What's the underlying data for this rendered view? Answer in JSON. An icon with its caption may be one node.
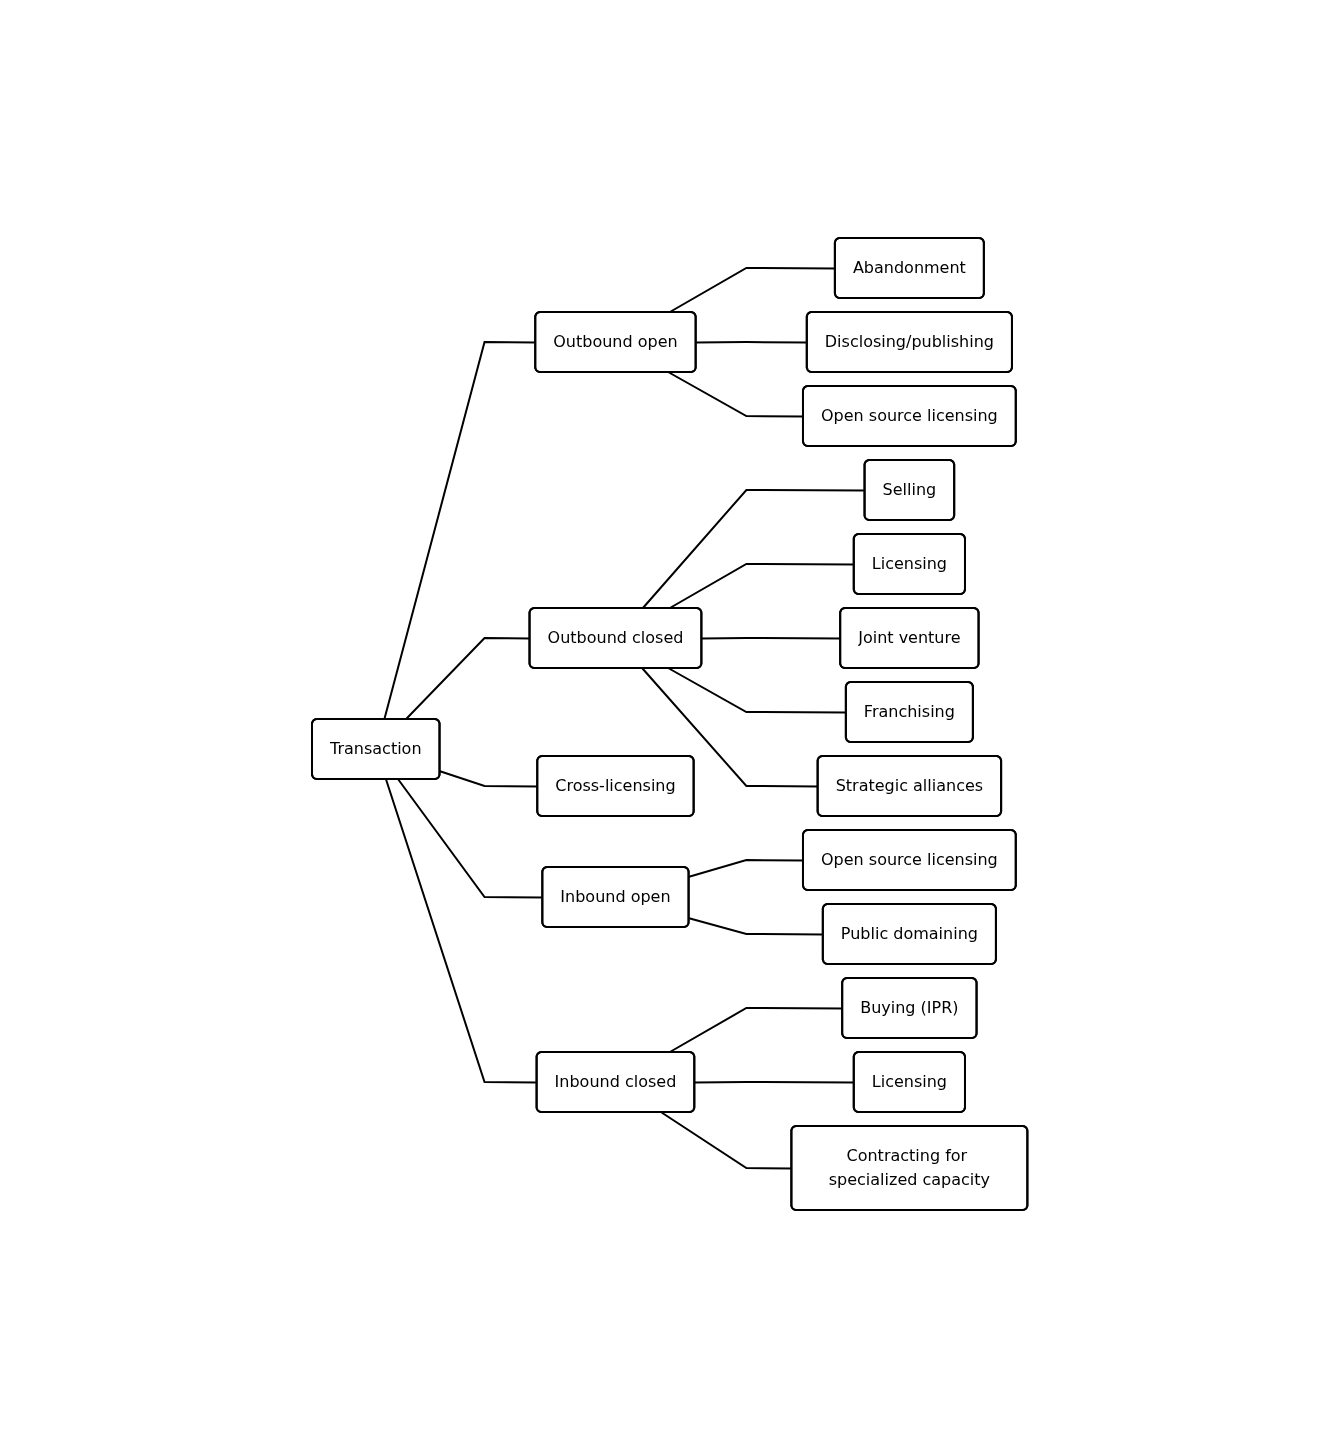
{
  "diagram": {
    "nodes": [
      {
        "text": [
          "Transaction"
        ]
      },
      {
        "text": [
          "Outbound open"
        ]
      },
      {
        "text": [
          "Outbound closed"
        ]
      },
      {
        "text": [
          "Cross-licensing"
        ]
      },
      {
        "text": [
          "Inbound open"
        ]
      },
      {
        "text": [
          "Inbound closed"
        ]
      },
      {
        "text": [
          "Abandonment"
        ]
      },
      {
        "text": [
          "Disclosing/publishing"
        ]
      },
      {
        "text": [
          "Open source licensing"
        ]
      },
      {
        "text": [
          "Selling"
        ]
      },
      {
        "text": [
          "Licensing"
        ]
      },
      {
        "text": [
          "Joint venture"
        ]
      },
      {
        "text": [
          "Franchising"
        ]
      },
      {
        "text": [
          "Strategic alliances"
        ]
      },
      {
        "text": [
          "Open source licensing"
        ]
      },
      {
        "text": [
          "Public domaining"
        ]
      },
      {
        "text": [
          "Buying (IPR)"
        ]
      },
      {
        "text": [
          "Licensing"
        ]
      },
      {
        "text": [
          "Contracting for specialized capacity"
        ]
      }
    ],
    "edges": [
      {
        "from": 0,
        "to": 1,
        "arrow": "none"
      },
      {
        "from": 0,
        "to": 2,
        "arrow": "none"
      },
      {
        "from": 0,
        "to": 3,
        "arrow": "none"
      },
      {
        "from": 0,
        "to": 4,
        "arrow": "none"
      },
      {
        "from": 0,
        "to": 5,
        "arrow": "none"
      },
      {
        "from": 1,
        "to": 6,
        "arrow": "none"
      },
      {
        "from": 1,
        "to": 7,
        "arrow": "none"
      },
      {
        "from": 1,
        "to": 8,
        "arrow": "none"
      },
      {
        "from": 2,
        "to": 9,
        "arrow": "none"
      },
      {
        "from": 2,
        "to": 10,
        "arrow": "none"
      },
      {
        "from": 2,
        "to": 11,
        "arrow": "none"
      },
      {
        "from": 2,
        "to": 12,
        "arrow": "none"
      },
      {
        "from": 2,
        "to": 13,
        "arrow": "none"
      },
      {
        "from": 4,
        "to": 14,
        "arrow": "none"
      },
      {
        "from": 4,
        "to": 15,
        "arrow": "none"
      },
      {
        "from": 5,
        "to": 16,
        "arrow": "none"
      },
      {
        "from": 5,
        "to": 17,
        "arrow": "none"
      },
      {
        "from": 5,
        "to": 18,
        "arrow": "none"
      }
    ]
  }
}
